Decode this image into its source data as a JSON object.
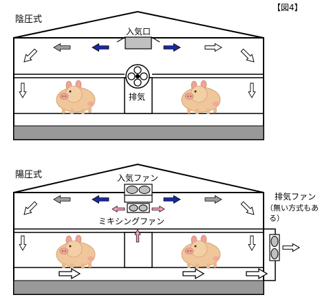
{
  "figure_label": "【図4】",
  "top_panel": {
    "title": "陰圧式",
    "intake_label": "入気口",
    "exhaust_label": "排気"
  },
  "bottom_panel": {
    "title": "陽圧式",
    "intake_fan_label": "入気ファン",
    "mixing_fan_label": "ミキシングファン",
    "exhaust_fan_label_line1": "排気ファン",
    "exhaust_fan_label_line2": "（無い方式もあ",
    "exhaust_fan_label_line3": "る）"
  },
  "colors": {
    "line": "#000000",
    "floor": "#999999",
    "air_blue": "#1b2a9b",
    "air_gray": "#9e9e9e",
    "air_pink": "#f29bbd",
    "fan_box": "#c0c0c0",
    "pig_body": "#efc79a",
    "pig_snout": "#f0a39a"
  },
  "icons": [
    "arrow-icon",
    "fan-icon",
    "pig-icon"
  ]
}
